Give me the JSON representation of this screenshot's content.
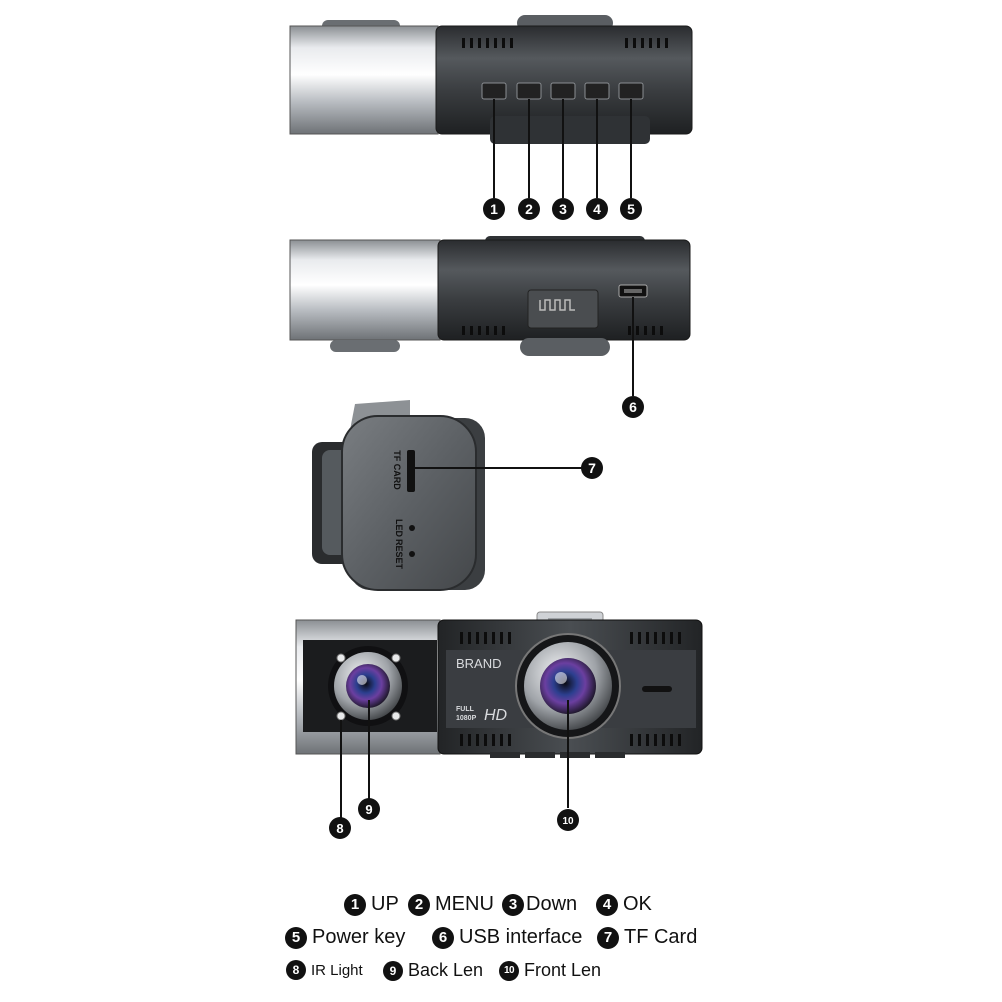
{
  "device_text": {
    "brand": "BRAND",
    "full": "FULL",
    "res": "1080P",
    "hd": "HD",
    "tf_card": "TF CARD",
    "led": "LED",
    "reset": "RESET"
  },
  "callouts": [
    "1",
    "2",
    "3",
    "4",
    "5",
    "6",
    "7",
    "8",
    "9",
    "10"
  ],
  "legend": [
    {
      "num": "1",
      "label": "UP"
    },
    {
      "num": "2",
      "label": "MENU"
    },
    {
      "num": "3",
      "label": "Down"
    },
    {
      "num": "4",
      "label": "OK"
    },
    {
      "num": "5",
      "label": "Power key"
    },
    {
      "num": "6",
      "label": "USB interface"
    },
    {
      "num": "7",
      "label": "TF Card"
    },
    {
      "num": "8",
      "label": "IR Light"
    },
    {
      "num": "9",
      "label": "Back Len"
    },
    {
      "num": "10",
      "label": "Front Len"
    }
  ],
  "colors": {
    "body_dark": "#3a3d40",
    "silver": "#c9ccd0",
    "lens_blue": "#2c3f8f",
    "lens_purple": "#6b3fa0",
    "callout": "#111111"
  }
}
